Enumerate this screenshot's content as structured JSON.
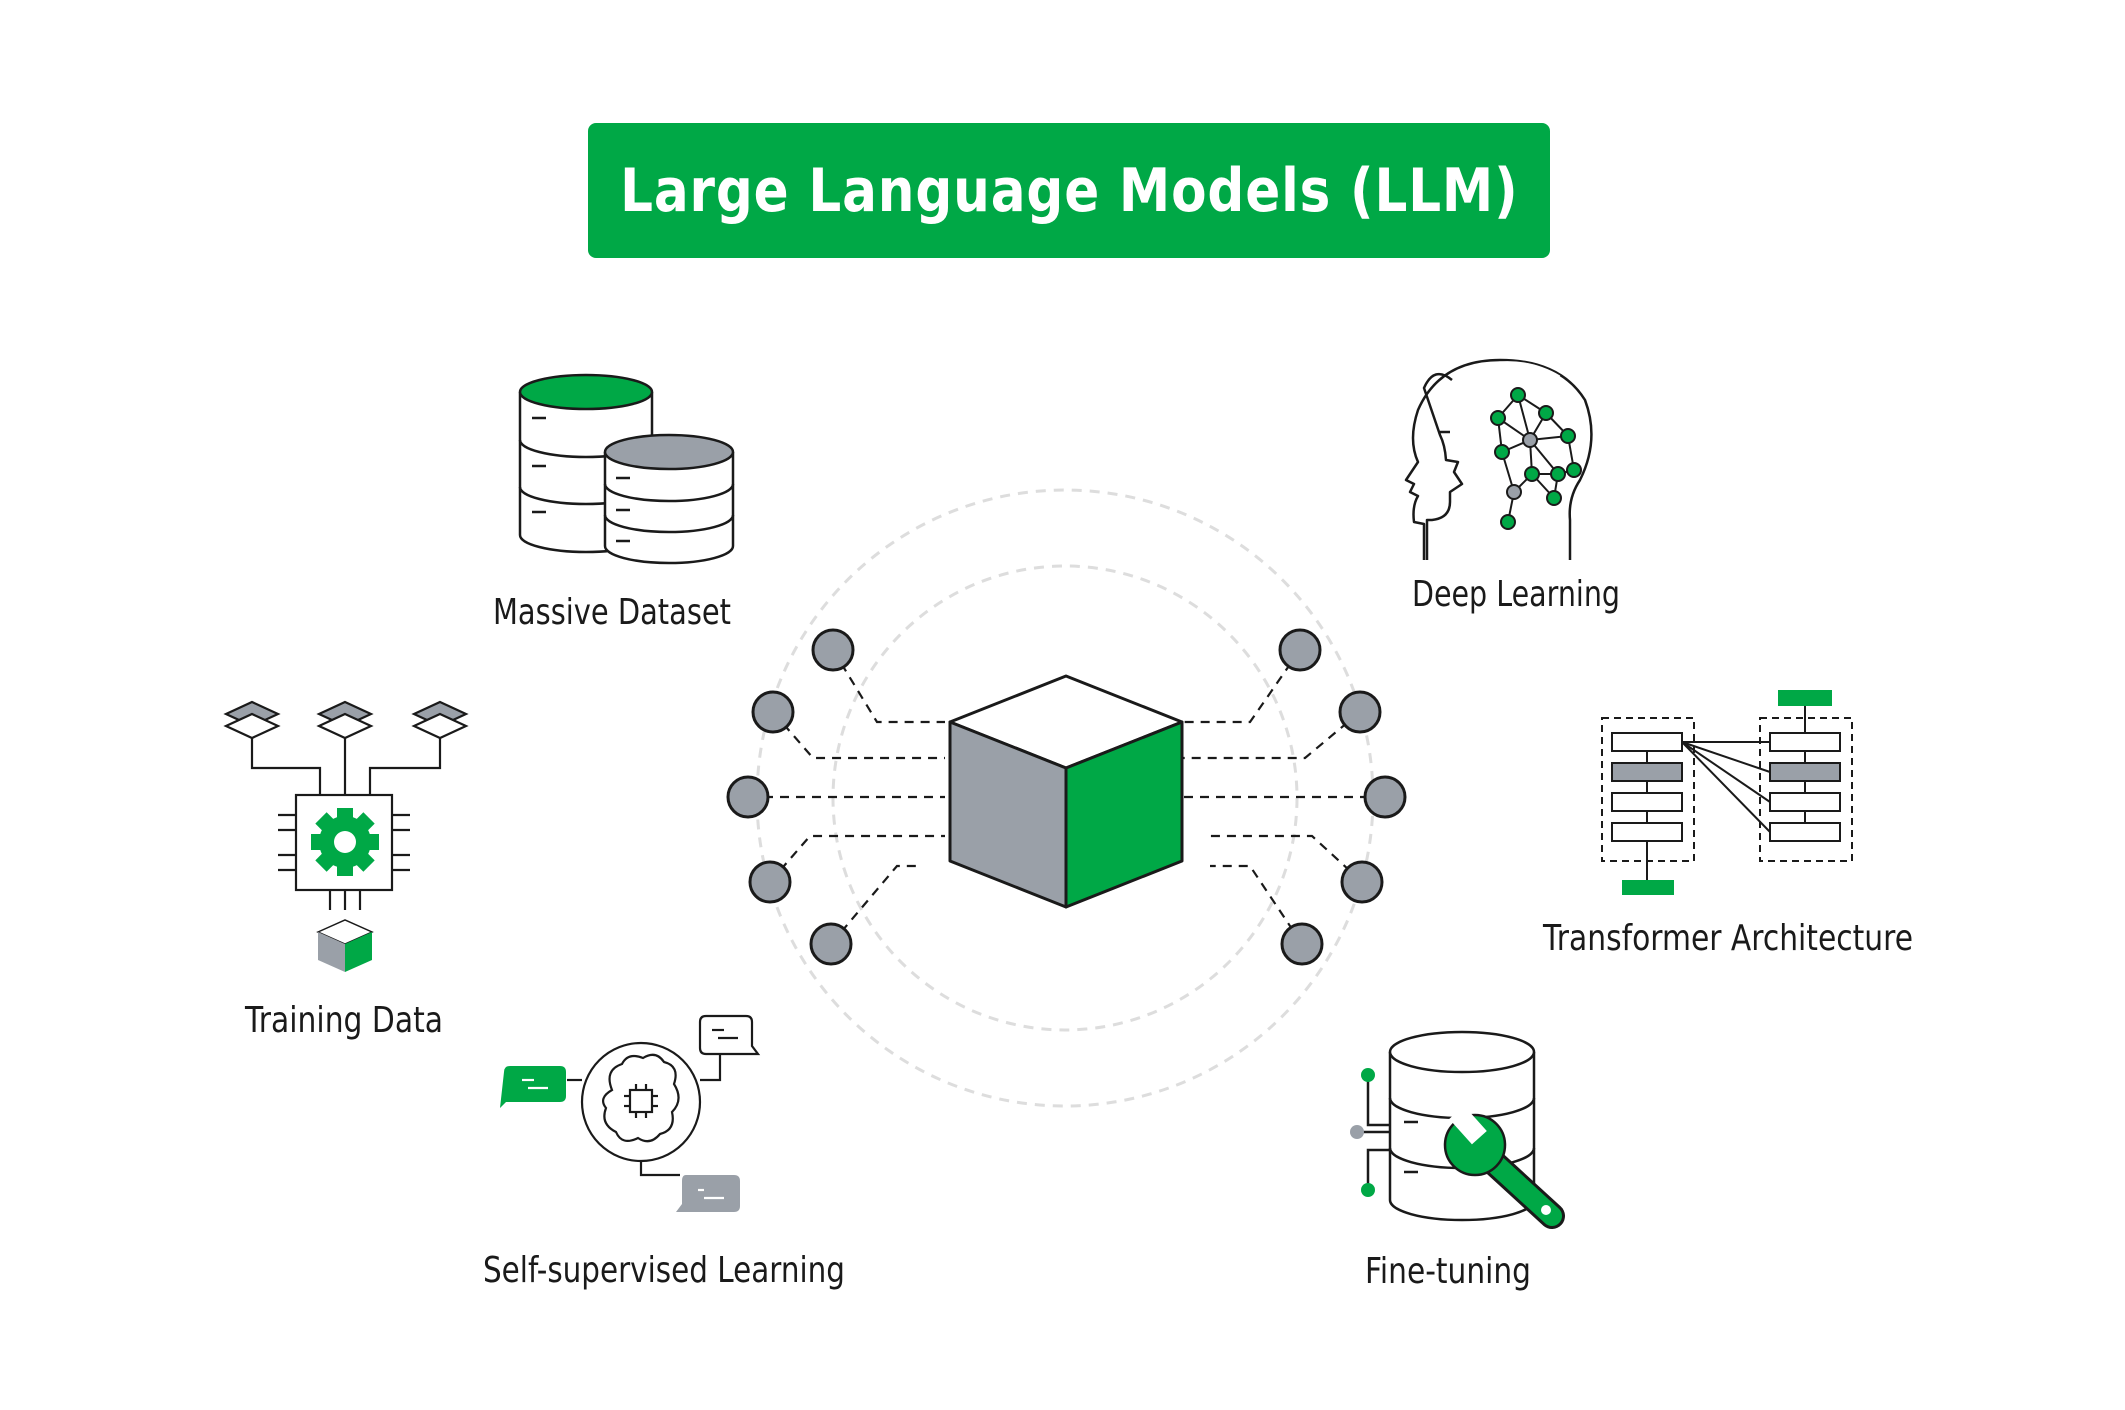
{
  "title": "Large Language Models (LLM)",
  "colors": {
    "accent": "#00A846",
    "gray": "#9AA0A8",
    "ink": "#1A1A1A",
    "ring": "#DDDDDD"
  },
  "concepts": [
    {
      "id": "massive-dataset",
      "label": "Massive Dataset",
      "icon": "database-stack-icon"
    },
    {
      "id": "deep-learning",
      "label": "Deep Learning",
      "icon": "brain-network-head-icon"
    },
    {
      "id": "training-data",
      "label": "Training Data",
      "icon": "processor-gear-icon"
    },
    {
      "id": "transformer-architecture",
      "label": "Transformer Architecture",
      "icon": "transformer-blocks-icon"
    },
    {
      "id": "self-supervised-learning",
      "label": "Self-supervised Learning",
      "icon": "brain-chat-icon"
    },
    {
      "id": "fine-tuning",
      "label": "Fine-tuning",
      "icon": "database-wrench-icon"
    }
  ],
  "hub": {
    "icon": "central-cube-icon"
  }
}
